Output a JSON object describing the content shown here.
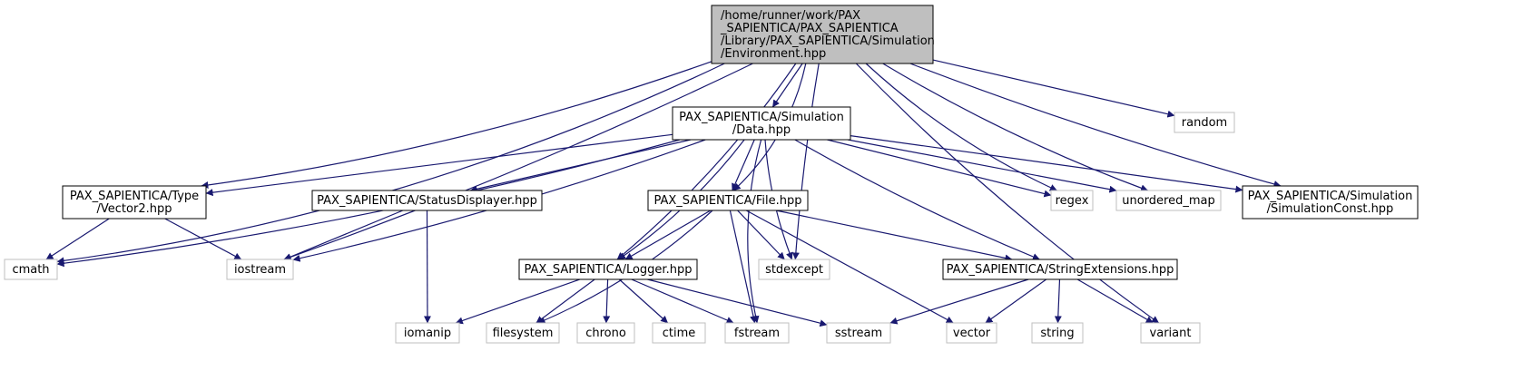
{
  "graph": {
    "colors": {
      "edge": "#191970",
      "root_fill": "#bfbfbf",
      "root_border": "#000000",
      "header_border": "#000000",
      "system_border": "#bfbfbf",
      "background": "#ffffff"
    },
    "nodes": [
      {
        "id": "root",
        "kind": "root",
        "lines": [
          "/home/runner/work/PAX",
          "_SAPIENTICA/PAX_SAPIENTICA",
          "/Library/PAX_SAPIENTICA/Simulation",
          "/Environment.hpp"
        ]
      },
      {
        "id": "data",
        "kind": "header",
        "lines": [
          "PAX_SAPIENTICA/Simulation",
          "/Data.hpp"
        ]
      },
      {
        "id": "random",
        "kind": "system",
        "lines": [
          "random"
        ]
      },
      {
        "id": "vector2",
        "kind": "header",
        "lines": [
          "PAX_SAPIENTICA/Type",
          "/Vector2.hpp"
        ]
      },
      {
        "id": "status",
        "kind": "header",
        "lines": [
          "PAX_SAPIENTICA/StatusDisplayer.hpp"
        ]
      },
      {
        "id": "file",
        "kind": "header",
        "lines": [
          "PAX_SAPIENTICA/File.hpp"
        ]
      },
      {
        "id": "regex",
        "kind": "system",
        "lines": [
          "regex"
        ]
      },
      {
        "id": "unordered_map",
        "kind": "system",
        "lines": [
          "unordered_map"
        ]
      },
      {
        "id": "simconst",
        "kind": "header",
        "lines": [
          "PAX_SAPIENTICA/Simulation",
          "/SimulationConst.hpp"
        ]
      },
      {
        "id": "cmath",
        "kind": "system",
        "lines": [
          "cmath"
        ]
      },
      {
        "id": "iostream",
        "kind": "system",
        "lines": [
          "iostream"
        ]
      },
      {
        "id": "logger",
        "kind": "header",
        "lines": [
          "PAX_SAPIENTICA/Logger.hpp"
        ]
      },
      {
        "id": "stdexcept",
        "kind": "system",
        "lines": [
          "stdexcept"
        ]
      },
      {
        "id": "strext",
        "kind": "header",
        "lines": [
          "PAX_SAPIENTICA/StringExtensions.hpp"
        ]
      },
      {
        "id": "iomanip",
        "kind": "system",
        "lines": [
          "iomanip"
        ]
      },
      {
        "id": "filesystem",
        "kind": "system",
        "lines": [
          "filesystem"
        ]
      },
      {
        "id": "chrono",
        "kind": "system",
        "lines": [
          "chrono"
        ]
      },
      {
        "id": "ctime",
        "kind": "system",
        "lines": [
          "ctime"
        ]
      },
      {
        "id": "fstream",
        "kind": "system",
        "lines": [
          "fstream"
        ]
      },
      {
        "id": "sstream",
        "kind": "system",
        "lines": [
          "sstream"
        ]
      },
      {
        "id": "vector",
        "kind": "system",
        "lines": [
          "vector"
        ]
      },
      {
        "id": "string",
        "kind": "system",
        "lines": [
          "string"
        ]
      },
      {
        "id": "variant",
        "kind": "system",
        "lines": [
          "variant"
        ]
      }
    ],
    "edges": [
      [
        "root",
        "data"
      ],
      [
        "root",
        "random"
      ],
      [
        "root",
        "vector2"
      ],
      [
        "root",
        "file"
      ],
      [
        "root",
        "regex"
      ],
      [
        "root",
        "unordered_map"
      ],
      [
        "root",
        "simconst"
      ],
      [
        "root",
        "cmath"
      ],
      [
        "root",
        "iostream"
      ],
      [
        "root",
        "logger"
      ],
      [
        "root",
        "stdexcept"
      ],
      [
        "root",
        "variant"
      ],
      [
        "data",
        "vector2"
      ],
      [
        "data",
        "status"
      ],
      [
        "data",
        "file"
      ],
      [
        "data",
        "regex"
      ],
      [
        "data",
        "unordered_map"
      ],
      [
        "data",
        "simconst"
      ],
      [
        "data",
        "cmath"
      ],
      [
        "data",
        "iostream"
      ],
      [
        "data",
        "logger"
      ],
      [
        "data",
        "stdexcept"
      ],
      [
        "data",
        "strext"
      ],
      [
        "data",
        "fstream"
      ],
      [
        "vector2",
        "cmath"
      ],
      [
        "vector2",
        "iostream"
      ],
      [
        "status",
        "iostream"
      ],
      [
        "status",
        "iomanip"
      ],
      [
        "file",
        "logger"
      ],
      [
        "file",
        "stdexcept"
      ],
      [
        "file",
        "strext"
      ],
      [
        "file",
        "filesystem"
      ],
      [
        "file",
        "fstream"
      ],
      [
        "file",
        "vector"
      ],
      [
        "logger",
        "iomanip"
      ],
      [
        "logger",
        "filesystem"
      ],
      [
        "logger",
        "chrono"
      ],
      [
        "logger",
        "ctime"
      ],
      [
        "logger",
        "fstream"
      ],
      [
        "logger",
        "sstream"
      ],
      [
        "strext",
        "sstream"
      ],
      [
        "strext",
        "vector"
      ],
      [
        "strext",
        "string"
      ],
      [
        "strext",
        "variant"
      ]
    ]
  }
}
